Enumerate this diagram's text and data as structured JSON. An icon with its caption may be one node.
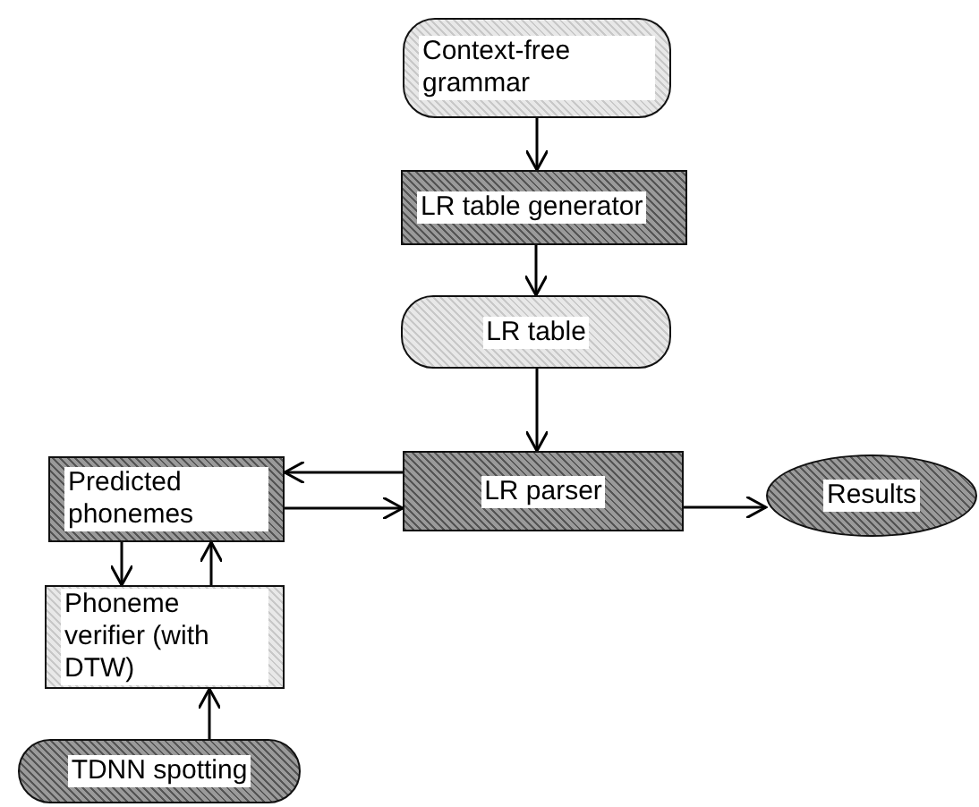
{
  "diagram": {
    "nodes": [
      {
        "text": [
          "Context-free grammar"
        ]
      },
      {
        "text": [
          "LR table generator"
        ]
      },
      {
        "text": [
          "LR table"
        ]
      },
      {
        "text": [
          "LR parser"
        ]
      },
      {
        "text": [
          "Results"
        ]
      },
      {
        "text": [
          "Predicted phonemes"
        ]
      },
      {
        "text": [
          "Phoneme verifier (with DTW)"
        ]
      },
      {
        "text": [
          "TDNN spotting"
        ]
      }
    ],
    "edges": [
      {
        "from": 0,
        "to": 1,
        "arrow": "to"
      },
      {
        "from": 1,
        "to": 2,
        "arrow": "to"
      },
      {
        "from": 2,
        "to": 3,
        "arrow": "to"
      },
      {
        "from": 3,
        "to": 5,
        "arrow": "to"
      },
      {
        "from": 5,
        "to": 3,
        "arrow": "to"
      },
      {
        "from": 3,
        "to": 4,
        "arrow": "to"
      },
      {
        "from": 5,
        "to": 6,
        "arrow": "to"
      },
      {
        "from": 6,
        "to": 5,
        "arrow": "to"
      },
      {
        "from": 7,
        "to": 6,
        "arrow": "to"
      }
    ]
  }
}
